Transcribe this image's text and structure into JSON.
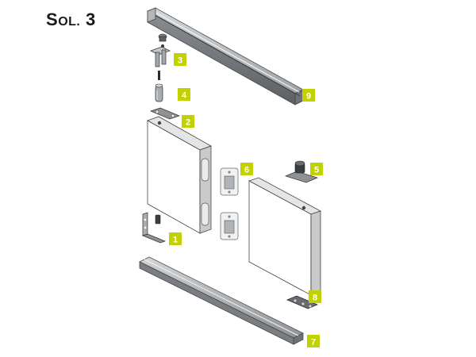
{
  "title": {
    "big": "S",
    "small": "OL.",
    "number": " 3"
  },
  "colors": {
    "badge": "#c2d100",
    "badge_text": "#ffffff",
    "metal": "#9a9ea3",
    "metal_dark": "#5c6064"
  },
  "callouts": [
    {
      "id": "1",
      "label": "1"
    },
    {
      "id": "2",
      "label": "2"
    },
    {
      "id": "3",
      "label": "3"
    },
    {
      "id": "4",
      "label": "4"
    },
    {
      "id": "5",
      "label": "5"
    },
    {
      "id": "6",
      "label": "6"
    },
    {
      "id": "7",
      "label": "7"
    },
    {
      "id": "8",
      "label": "8"
    },
    {
      "id": "9",
      "label": "9"
    }
  ]
}
